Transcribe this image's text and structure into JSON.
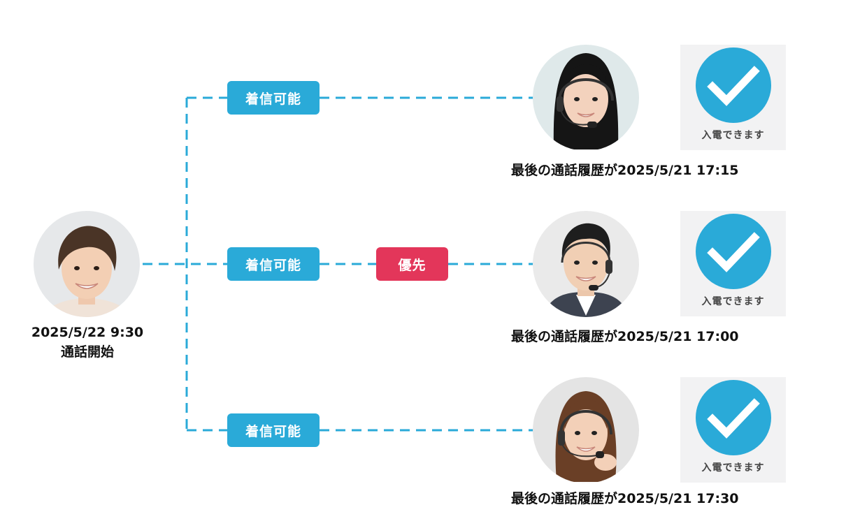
{
  "caller": {
    "datetime": "2025/5/22 9:30",
    "status": "通話開始"
  },
  "routes": [
    {
      "badge": "着信可能",
      "priority_label": "",
      "agent_status": "入電できます",
      "last_history": "最後の通話履歴が2025/5/21 17:15"
    },
    {
      "badge": "着信可能",
      "priority_label": "優先",
      "agent_status": "入電できます",
      "last_history": "最後の通話履歴が2025/5/21 17:00"
    },
    {
      "badge": "着信可能",
      "priority_label": "",
      "agent_status": "入電できます",
      "last_history": "最後の通話履歴が2025/5/21 17:30"
    }
  ],
  "colors": {
    "line": "#2aaad8",
    "available_badge": "#2aaad8",
    "priority_badge": "#e3365a",
    "check": "#2aaad8"
  },
  "icons": {
    "caller": "caller-photo",
    "agent": "agent-headset-photo",
    "available": "checkmark-icon"
  }
}
